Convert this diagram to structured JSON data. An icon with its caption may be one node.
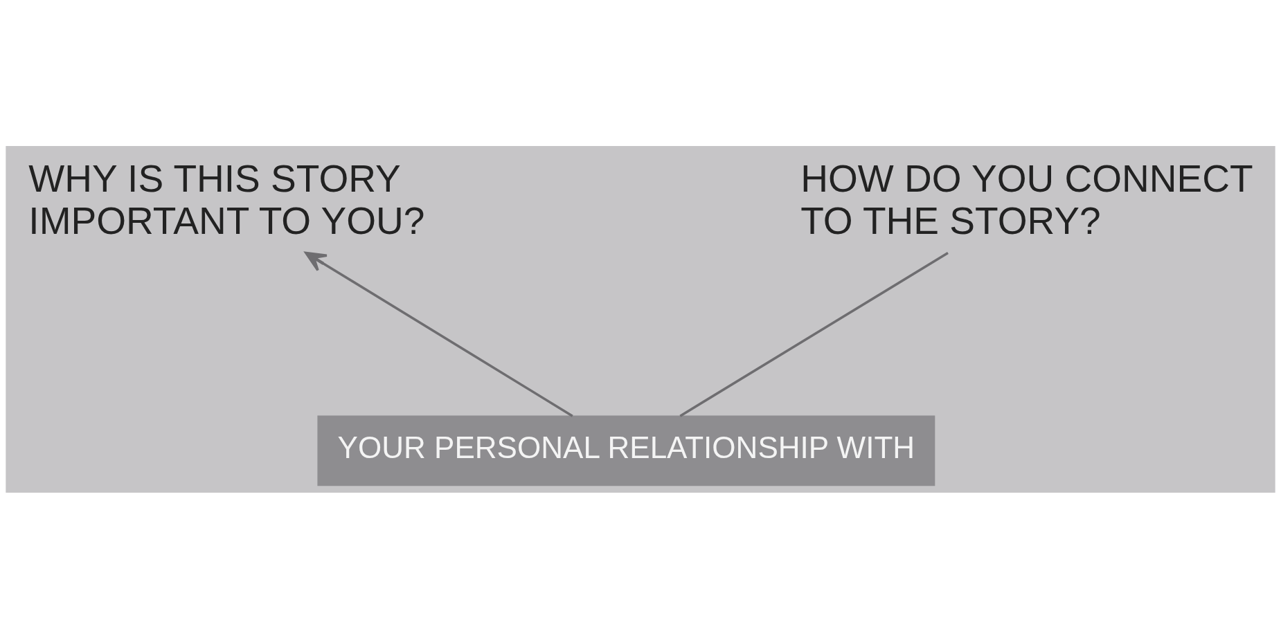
{
  "diagram": {
    "nodes": [
      {
        "text": [
          "YOUR PERSONAL RELATIONSHIP WITH"
        ]
      },
      {
        "text": [
          "HOW DO YOU CONNECT TO THE STORY?"
        ]
      },
      {
        "text": [
          "WHY IS THIS STORY IMPORTANT TO YOU?"
        ]
      }
    ],
    "edges": [
      {
        "from": 1,
        "to": 0,
        "arrow": "none"
      },
      {
        "from": 0,
        "to": 2,
        "arrow": "to"
      }
    ]
  }
}
